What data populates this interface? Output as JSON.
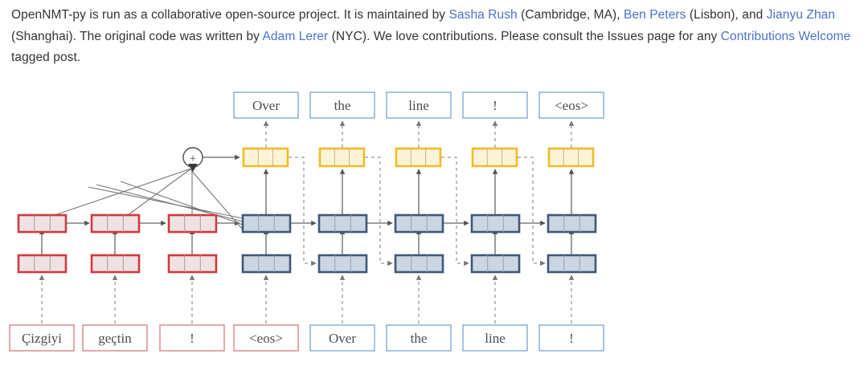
{
  "paragraph": {
    "segments": [
      {
        "text": "OpenNMT-py is run as a collaborative open-source project. It is maintained by ",
        "link": false
      },
      {
        "text": "Sasha Rush",
        "link": true
      },
      {
        "text": " (Cambridge, MA), ",
        "link": false
      },
      {
        "text": "Ben Peters",
        "link": true
      },
      {
        "text": " (Lisbon), and ",
        "link": false
      },
      {
        "text": "Jianyu Zhan",
        "link": true
      },
      {
        "text": " (Shanghai). The original code was written by ",
        "link": false
      },
      {
        "text": "Adam Lerer",
        "link": true
      },
      {
        "text": " (NYC). We love contributions. Please consult the Issues page for any ",
        "link": false
      },
      {
        "text": "Contributions Welcome",
        "link": true
      },
      {
        "text": " tagged post.",
        "link": false
      }
    ],
    "link_color": "#4a72c9",
    "text_color": "#333333"
  },
  "diagram": {
    "title": "seq2seq-attention-diagram",
    "colors": {
      "encoder_border": "#cf3a3f",
      "encoder_fill": "#efe2e2",
      "decoder_border": "#3f5878",
      "decoder_fill": "#ccd5e2",
      "attention_border": "#f0bc28",
      "attention_fill": "#fdf4d8",
      "output_box_border": "#7aa3d0",
      "input_box_src_border": "#d97b80",
      "input_box_tgt_border": "#7aa3d0",
      "edge": "#666666",
      "dashed_edge": "#8c8c8c"
    },
    "output_boxes": [
      {
        "label": "Over"
      },
      {
        "label": "the"
      },
      {
        "label": "line"
      },
      {
        "label": "!"
      },
      {
        "label": "<eos>"
      }
    ],
    "input_boxes_source": [
      {
        "label": "Çizgiyi"
      },
      {
        "label": "geçtin"
      },
      {
        "label": "!"
      },
      {
        "label": "<eos>"
      }
    ],
    "input_boxes_target": [
      {
        "label": "Over"
      },
      {
        "label": "the"
      },
      {
        "label": "line"
      },
      {
        "label": "!"
      }
    ],
    "attention_node": {
      "label": "+"
    },
    "encoder_steps": 3,
    "decoder_steps": 5,
    "cell_segments": 3,
    "layers": 2
  }
}
